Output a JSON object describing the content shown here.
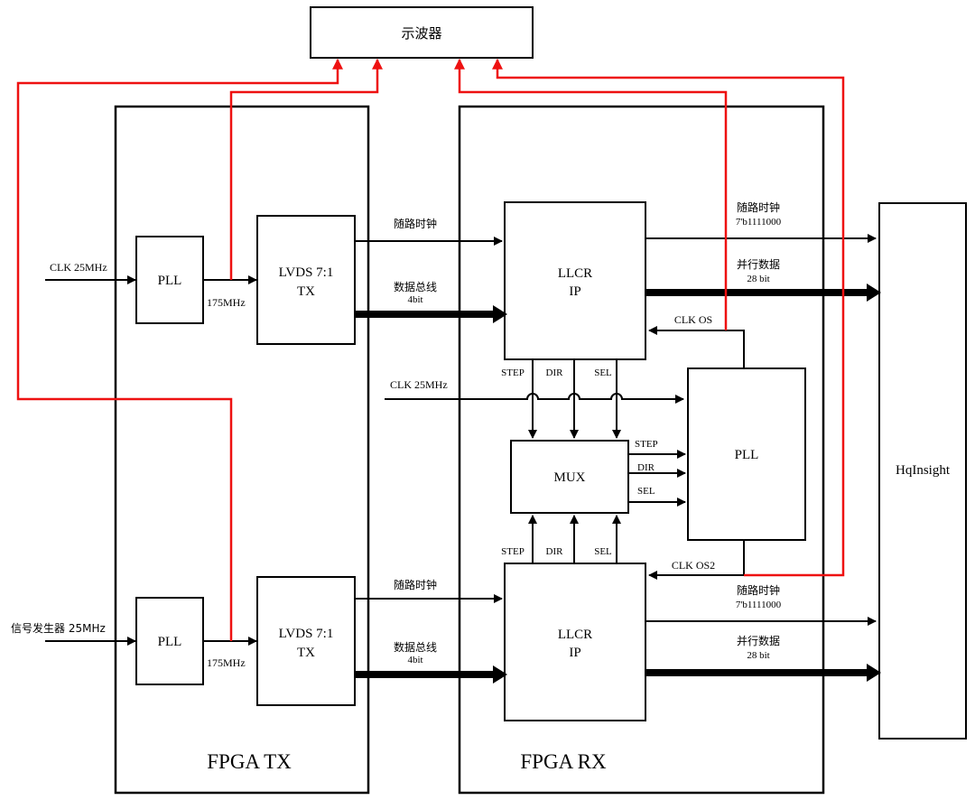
{
  "blocks": {
    "oscilloscope": "示波器",
    "tx_frame": "FPGA TX",
    "rx_frame": "FPGA RX",
    "tx_pll_top": "PLL",
    "tx_pll_bottom": "PLL",
    "lvds_top_l1": "LVDS 7:1",
    "lvds_top_l2": "TX",
    "lvds_bottom_l1": "LVDS 7:1",
    "lvds_bottom_l2": "TX",
    "llcr_top_l1": "LLCR",
    "llcr_top_l2": "IP",
    "llcr_bottom_l1": "LLCR",
    "llcr_bottom_l2": "IP",
    "mux": "MUX",
    "rx_pll": "PLL",
    "hqinsight": "HqInsight"
  },
  "labels": {
    "clk_in_top": "CLK 25MHz",
    "clk_in_bottom": "信号发生器 25MHz",
    "pll_out_top": "175MHz",
    "pll_out_bottom": "175MHz",
    "fwd_clk_top": "随路时钟",
    "bus_top": "数据总线",
    "bus_top_width": "4bit",
    "fwd_clk_bottom": "随路时钟",
    "bus_bottom": "数据总线",
    "bus_bottom_width": "4bit",
    "out_clk_top": "随路时钟",
    "out_clk_top_val": "7'b1111000",
    "out_data_top": "并行数据",
    "out_data_top_width": "28 bit",
    "out_clk_bottom": "随路时钟",
    "out_clk_bottom_val": "7'b1111000",
    "out_data_bottom": "并行数据",
    "out_data_bottom_width": "28 bit",
    "clk_os": "CLK OS",
    "clk_os2": "CLK OS2",
    "rx_clk_in": "CLK 25MHz",
    "step_top": "STEP",
    "dir_top": "DIR",
    "sel_top": "SEL",
    "step_bottom": "STEP",
    "dir_bottom": "DIR",
    "sel_bottom": "SEL",
    "mux_step": "STEP",
    "mux_dir": "DIR",
    "mux_sel": "SEL"
  },
  "colors": {
    "probe_wires": "#ee1111",
    "lines": "#000000"
  }
}
